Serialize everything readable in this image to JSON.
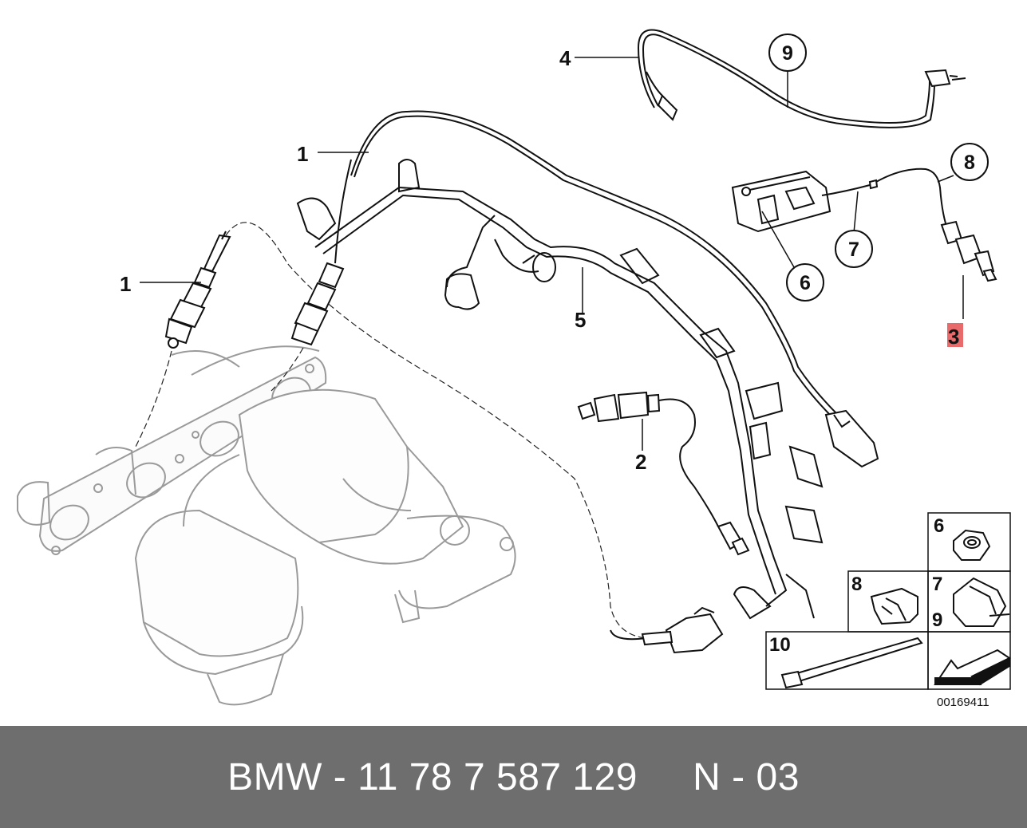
{
  "callouts": {
    "c1_upper": "1",
    "c1_left": "1",
    "c2": "2",
    "c3": "3",
    "c4": "4",
    "c5": "5",
    "c6": "6",
    "c7": "7",
    "c8": "8",
    "c9": "9"
  },
  "legend": {
    "box6": "6",
    "box8": "8",
    "box7": "7",
    "box9": "9",
    "box10": "10"
  },
  "diagram_ref": "00169411",
  "footer": {
    "part_number": "BMW - 11 78 7 587 129     N - 03"
  },
  "colors": {
    "highlight": "#e86a6a",
    "footer_bg": "#6e6e6e",
    "line": "#111111",
    "engine_line": "#9a9a9a"
  }
}
